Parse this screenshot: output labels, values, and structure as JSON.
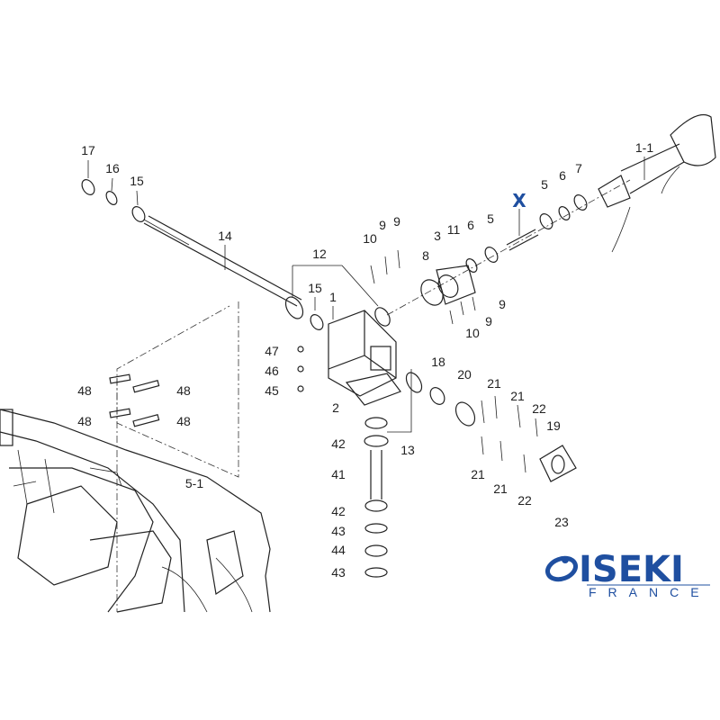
{
  "callouts": [
    "17",
    "16",
    "15",
    "14",
    "12",
    "15",
    "1",
    "10",
    "9",
    "9",
    "8",
    "3",
    "11",
    "6",
    "5",
    "X",
    "5",
    "6",
    "7",
    "1-1",
    "9",
    "9",
    "10",
    "47",
    "46",
    "45",
    "18",
    "20",
    "21",
    "21",
    "22",
    "19",
    "2",
    "13",
    "42",
    "48",
    "48",
    "48",
    "48",
    "41",
    "5-1",
    "21",
    "21",
    "22",
    "23",
    "42",
    "43",
    "44",
    "43"
  ],
  "logo": {
    "brand": "ISEKI",
    "sub": "FRANCE",
    "color": "#1f4fa0"
  },
  "highlight_color": "#1f4fa0"
}
